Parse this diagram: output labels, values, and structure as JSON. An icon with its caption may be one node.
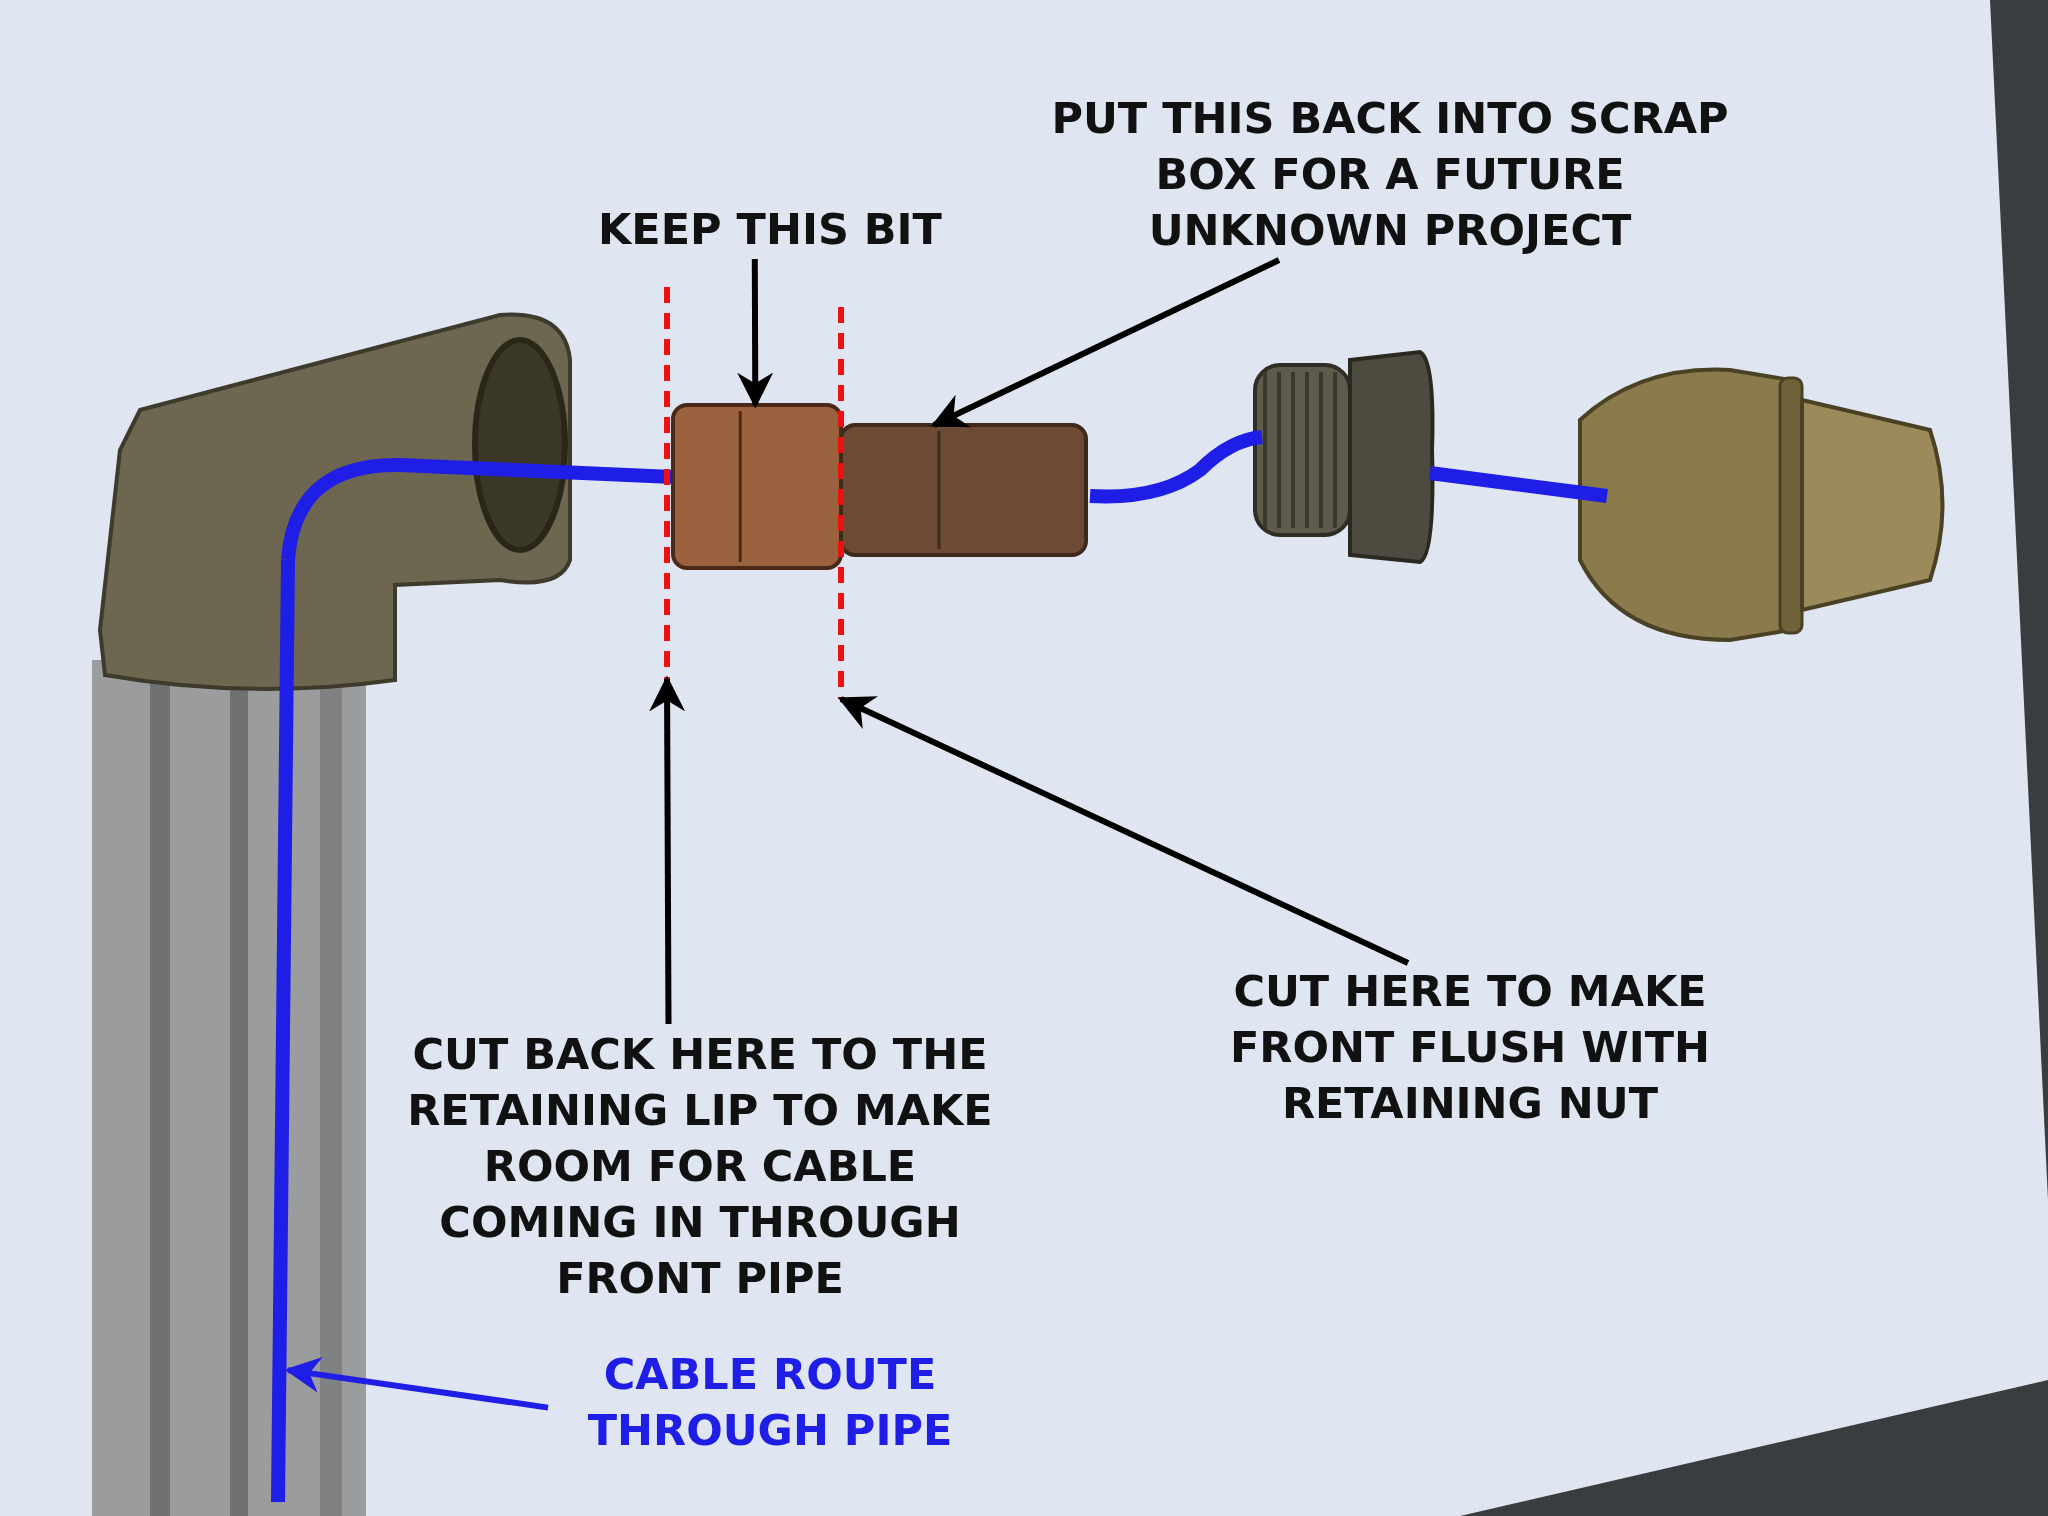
{
  "diagram": {
    "nodes": [
      {
        "text": [
          "KEEP THIS BIT"
        ]
      },
      {
        "text": [
          "PUT THIS BACK INTO SCRAP BOX FOR A FUTURE UNKNOWN PROJECT"
        ]
      },
      {
        "text": [
          "CUT BACK HERE TO THE RETAINING LIP TO MAKE ROOM FOR CABLE COMING IN THROUGH FRONT PIPE"
        ]
      },
      {
        "text": [
          "CUT HERE TO MAKE FRONT FLUSH WITH RETAINING NUT"
        ]
      },
      {
        "text": [
          "CABLE ROUTE THROUGH PIPE"
        ]
      },
      {
        "text": [],
        "shape": "box"
      },
      {
        "text": [],
        "shape": "box"
      },
      {
        "text": [],
        "shape": "line"
      },
      {
        "text": [],
        "shape": "line"
      },
      {
        "text": [],
        "shape": "line"
      }
    ],
    "edges": [
      {
        "from": 0,
        "to": 5,
        "arrow": "to"
      },
      {
        "from": 1,
        "to": 6,
        "arrow": "to"
      },
      {
        "from": 2,
        "to": 7,
        "arrow": "to"
      },
      {
        "from": 3,
        "to": 8,
        "arrow": "to"
      },
      {
        "from": 4,
        "to": 9,
        "arrow": "to",
        "color": "#1e1ee6"
      }
    ]
  }
}
